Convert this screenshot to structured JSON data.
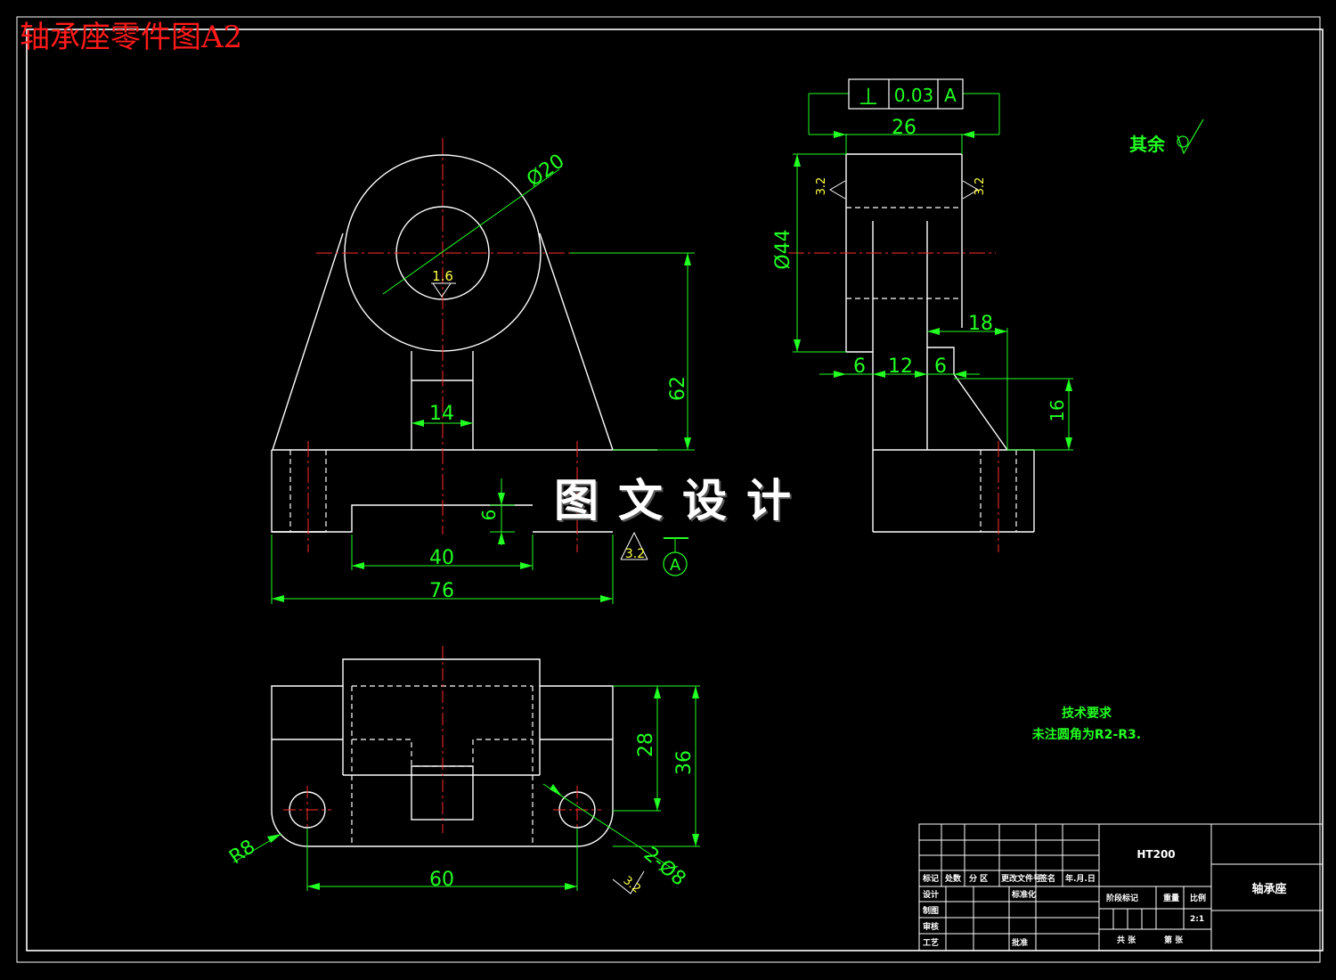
{
  "drawing_title": "轴承座零件图A2",
  "watermark": "图文设计",
  "dimensions": {
    "front_bore_diameter": "Ø20",
    "front_height": "62",
    "front_web_width": "14",
    "front_slot_depth": "6",
    "front_slot_width": "40",
    "front_overall_width": "76",
    "side_top_width": "26",
    "side_bore_diameter": "Ø44",
    "side_rib_height": "18",
    "side_segment_a": "6",
    "side_segment_b": "12",
    "side_segment_c": "6",
    "side_chamfer_height": "16",
    "top_depth_inner": "28",
    "top_depth_outer": "36",
    "top_hole_spacing": "60",
    "top_corner_radius": "R8",
    "top_holes": "2-Ø8"
  },
  "roughness": {
    "bore": "1.6",
    "side_left": "3.2",
    "side_right": "3.2",
    "base": "3.2",
    "holes": "3.2"
  },
  "geometric_tolerance": {
    "symbol": "⊥",
    "value": "0.03",
    "datum": "A"
  },
  "datum_label": "A",
  "remaining_finish_label": "其余",
  "technical_requirements": {
    "heading": "技术要求",
    "line1": "未注圆角为R2-R3."
  },
  "title_block": {
    "material": "HT200",
    "part_name": "轴承座",
    "scale_value": "2:1",
    "labels": {
      "mark": "标记",
      "count": "处数",
      "zone": "分 区",
      "doc_no": "更改文件号",
      "sign": "签名",
      "date": "年.月.日",
      "design": "设计",
      "standardize": "标准化",
      "stage_mark": "阶段标记",
      "weight": "重量",
      "scale": "比例",
      "check": "审核",
      "approve": "批准",
      "process": "工艺",
      "drafting": "制图",
      "sheets_total": "共 张",
      "sheet_no": "第 张"
    }
  }
}
